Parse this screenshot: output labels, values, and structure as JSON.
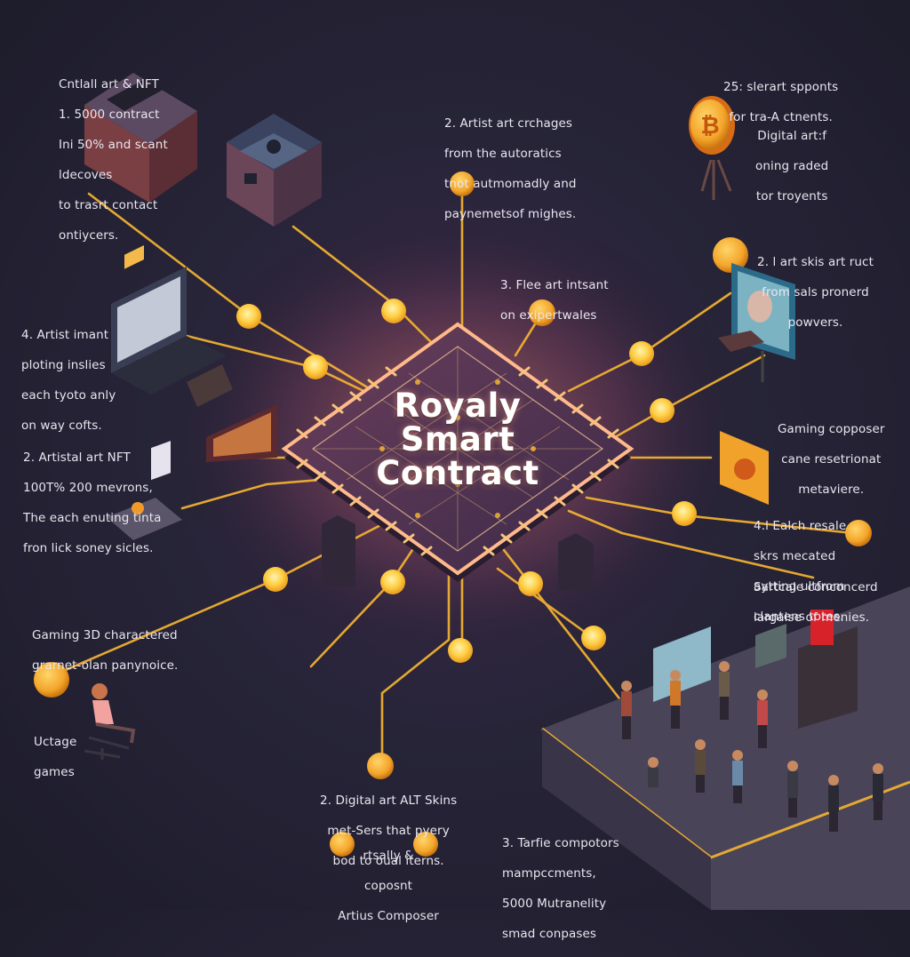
{
  "colors": {
    "background": "#231f32",
    "trace": "#f5b431",
    "chip": "#4a3350",
    "chip_glow": "#ff9a6a",
    "coin": "#f3a52a"
  },
  "center": {
    "title_lines": [
      "Royaly",
      "Smart",
      "Contract"
    ]
  },
  "labels": {
    "top_left": [
      "Cntlall art & NFT",
      "1. 5000 contract",
      "Ini 50% and scant",
      "ldecoves",
      "to trasrt contact",
      "ontiycers."
    ],
    "top_center": [
      "2. Artist art crchages",
      "from the autoratics",
      "tnot autmomadly and",
      "paynemetsof mighes."
    ],
    "top_right_a": [
      "25: slerart spponts",
      "for tra-A ctnents."
    ],
    "top_right_b": [
      "Digital art:f",
      "oning raded",
      "tor troyents"
    ],
    "right_1": [
      "2. l art skis art ruct",
      "from sals pronerd",
      "powvers."
    ],
    "center_upper": [
      "3. Flee art intsant",
      "on exipertwales"
    ],
    "left_1": [
      "4. Artist imant",
      "ploting inslies",
      "each tyoto anly",
      "on way cofts."
    ],
    "left_2": [
      "2. Artistal art NFT",
      "100T% 200 mevrons,",
      "The each enuting tinta",
      "fron lick soney sicles."
    ],
    "right_2": [
      "Gaming copposer",
      "cane resetrionat",
      "metaviere."
    ],
    "right_3": [
      "4.l Ealch resale",
      "skrs mecated",
      "aytting ultfrom",
      "clantens totes."
    ],
    "right_4": [
      "Sartcale conconcerd",
      "largaise of menies."
    ],
    "left_3": [
      "Gaming 3D charactered",
      "grarnet-olan panynoice."
    ],
    "left_4": [
      "Uctage",
      "games"
    ],
    "bottom_center": [
      "2. Digital art ALT Skins",
      "met-Sers that pyery",
      "bod to oual iterns."
    ],
    "bottom_left_coins": [
      "rtsally &",
      "coposnt",
      "Artius Composer"
    ],
    "bottom_right": [
      "3. Tarfie compotors",
      "mampccments,",
      "5000 Mutranelity",
      "smad conpases"
    ]
  },
  "icons": [
    "chip-icon",
    "coin-icon",
    "laptop-icon",
    "monitor-icon",
    "server-cube-icon",
    "coin-stand-icon",
    "game-card-icon",
    "person-seated-icon",
    "character-figure-icon"
  ]
}
